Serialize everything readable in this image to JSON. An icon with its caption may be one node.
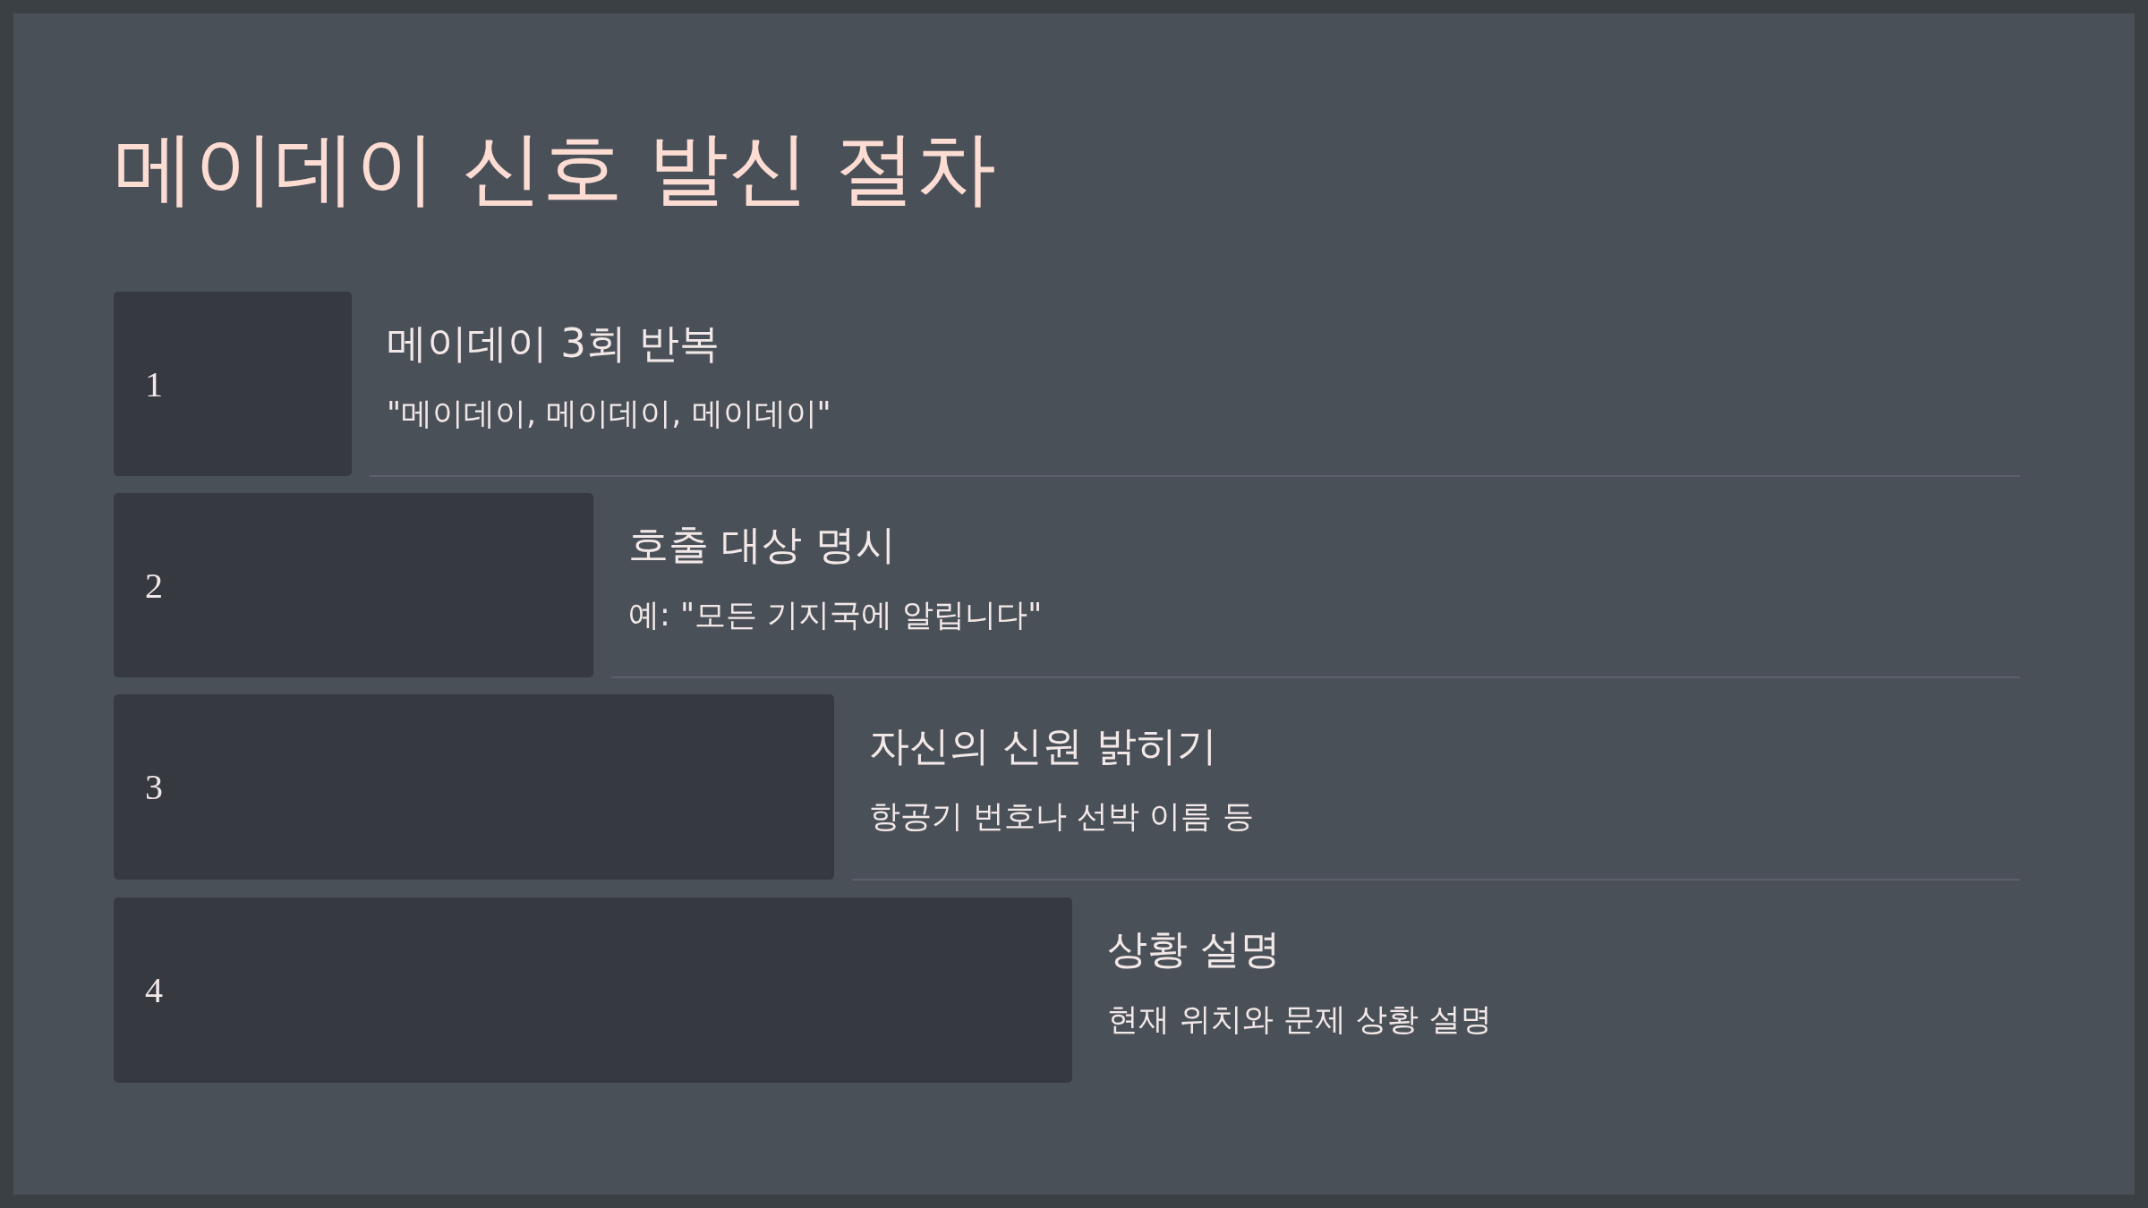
{
  "diagram": {
    "title": "메이데이 신호 발신 절차",
    "nodes": [
      {
        "text": [
          "1"
        ],
        "beside": [
          "메이데이 3회 반복",
          "\"메이데이, 메이데이, 메이데이\""
        ]
      },
      {
        "text": [
          "2"
        ],
        "beside": [
          "호출 대상 명시",
          "예: \"모든 기지국에 알립니다\""
        ]
      },
      {
        "text": [
          "3"
        ],
        "beside": [
          "자신의 신원 밝히기",
          "항공기 번호나 선박 이름 등"
        ]
      },
      {
        "text": [
          "4"
        ],
        "beside": [
          "상황 설명",
          "현재 위치와 문제 상황 설명"
        ]
      }
    ]
  }
}
